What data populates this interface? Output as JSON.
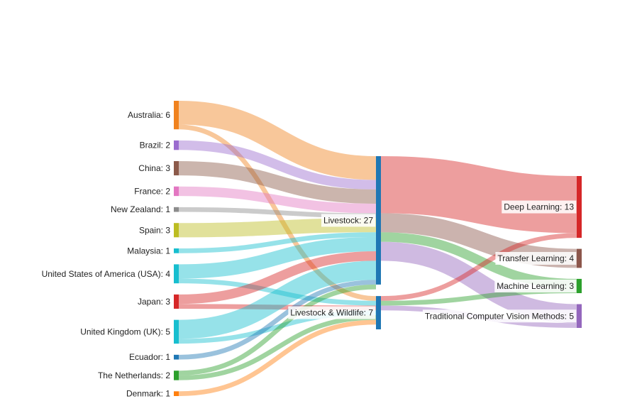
{
  "chart_data": {
    "type": "sankey",
    "title": "",
    "nodes": [
      {
        "id": "australia",
        "label": "Australia: 6",
        "value": 6,
        "column": 0,
        "color": "#f0821e"
      },
      {
        "id": "brazil",
        "label": "Brazil: 2",
        "value": 2,
        "column": 0,
        "color": "#9b6ccf"
      },
      {
        "id": "china",
        "label": "China: 3",
        "value": 3,
        "column": 0,
        "color": "#8c5a4a"
      },
      {
        "id": "france",
        "label": "France: 2",
        "value": 2,
        "column": 0,
        "color": "#e377c2"
      },
      {
        "id": "new_zealand",
        "label": "New Zealand: 1",
        "value": 1,
        "column": 0,
        "color": "#8c8c8c"
      },
      {
        "id": "spain",
        "label": "Spain: 3",
        "value": 3,
        "column": 0,
        "color": "#bcbd22"
      },
      {
        "id": "malaysia",
        "label": "Malaysia: 1",
        "value": 1,
        "column": 0,
        "color": "#17becf"
      },
      {
        "id": "usa",
        "label": "United States of America (USA): 4",
        "value": 4,
        "column": 0,
        "color": "#17becf"
      },
      {
        "id": "japan",
        "label": "Japan: 3",
        "value": 3,
        "column": 0,
        "color": "#d62728"
      },
      {
        "id": "uk",
        "label": "United Kingdom (UK): 5",
        "value": 5,
        "column": 0,
        "color": "#17becf"
      },
      {
        "id": "ecuador",
        "label": "Ecuador: 1",
        "value": 1,
        "column": 0,
        "color": "#1f77b4"
      },
      {
        "id": "netherlands",
        "label": "The Netherlands: 2",
        "value": 2,
        "column": 0,
        "color": "#2ca02c"
      },
      {
        "id": "denmark",
        "label": "Denmark: 1",
        "value": 1,
        "column": 0,
        "color": "#ff7f0e"
      },
      {
        "id": "livestock",
        "label": "Livestock: 27",
        "value": 27,
        "column": 1,
        "color": "#1f77b4"
      },
      {
        "id": "wildlife",
        "label": "Livestock & Wildlife: 7",
        "value": 7,
        "column": 1,
        "color": "#1f77b4"
      },
      {
        "id": "deep",
        "label": "Deep Learning: 13",
        "value": 13,
        "column": 2,
        "color": "#d62728"
      },
      {
        "id": "transfer",
        "label": "Transfer Learning: 4",
        "value": 4,
        "column": 2,
        "color": "#8c564b"
      },
      {
        "id": "machine",
        "label": "Machine Learning: 3",
        "value": 3,
        "column": 2,
        "color": "#2ca02c"
      },
      {
        "id": "traditional",
        "label": "Traditional Computer Vision Methods: 5",
        "value": 5,
        "column": 2,
        "color": "#9467bd"
      }
    ],
    "links": [
      {
        "source": "australia",
        "target": "livestock",
        "value": 5
      },
      {
        "source": "australia",
        "target": "wildlife",
        "value": 1
      },
      {
        "source": "brazil",
        "target": "livestock",
        "value": 2
      },
      {
        "source": "china",
        "target": "livestock",
        "value": 3
      },
      {
        "source": "france",
        "target": "livestock",
        "value": 2
      },
      {
        "source": "new_zealand",
        "target": "livestock",
        "value": 1
      },
      {
        "source": "spain",
        "target": "livestock",
        "value": 3
      },
      {
        "source": "malaysia",
        "target": "livestock",
        "value": 1
      },
      {
        "source": "usa",
        "target": "livestock",
        "value": 3
      },
      {
        "source": "usa",
        "target": "wildlife",
        "value": 1
      },
      {
        "source": "japan",
        "target": "livestock",
        "value": 2
      },
      {
        "source": "japan",
        "target": "wildlife",
        "value": 1
      },
      {
        "source": "uk",
        "target": "livestock",
        "value": 4
      },
      {
        "source": "uk",
        "target": "wildlife",
        "value": 1
      },
      {
        "source": "ecuador",
        "target": "livestock",
        "value": 1
      },
      {
        "source": "netherlands",
        "target": "livestock",
        "value": 1
      },
      {
        "source": "netherlands",
        "target": "wildlife",
        "value": 1
      },
      {
        "source": "denmark",
        "target": "wildlife",
        "value": 1
      },
      {
        "source": "livestock",
        "target": "deep",
        "value": 12
      },
      {
        "source": "livestock",
        "target": "transfer",
        "value": 4
      },
      {
        "source": "livestock",
        "target": "machine",
        "value": 2
      },
      {
        "source": "livestock",
        "target": "traditional",
        "value": 4
      },
      {
        "source": "wildlife",
        "target": "deep",
        "value": 1
      },
      {
        "source": "wildlife",
        "target": "machine",
        "value": 1
      },
      {
        "source": "wildlife",
        "target": "traditional",
        "value": 1
      }
    ]
  }
}
